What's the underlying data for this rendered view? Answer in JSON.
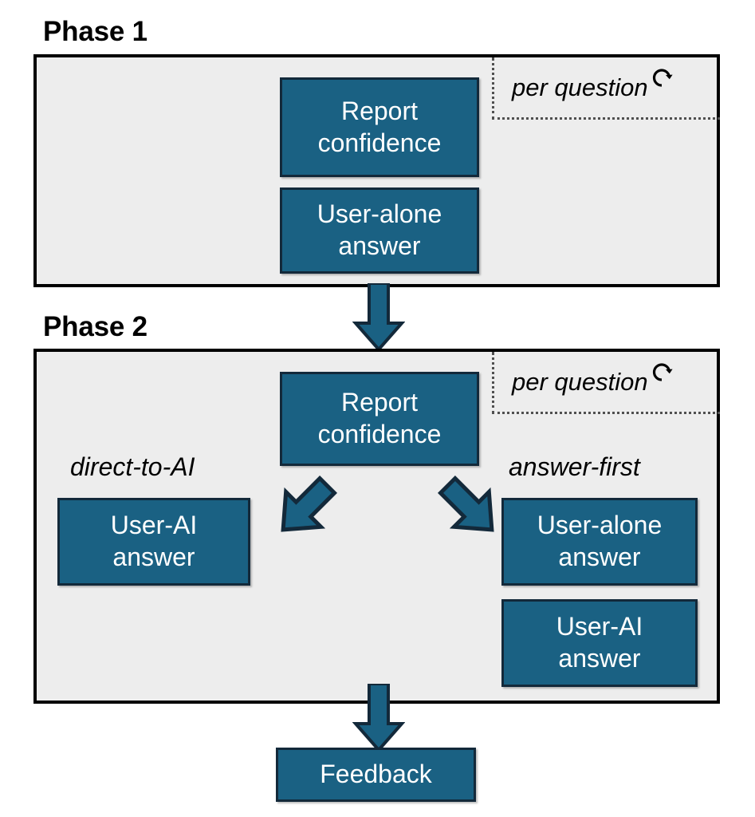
{
  "diagram": {
    "title_phase1": "Phase 1",
    "title_phase2": "Phase 2",
    "colors": {
      "box_fill": "#1a6183",
      "box_border": "#13293a",
      "panel_fill": "#ededed",
      "panel_border": "#000000",
      "arrow_fill": "#1a6183",
      "arrow_border": "#13293a",
      "text_on_box": "#ffffff",
      "text_on_panel": "#000000"
    }
  },
  "phase1": {
    "heading": "Phase 1",
    "per_question": {
      "label": "per question",
      "icon": "loop-arrow-icon"
    },
    "boxes": [
      {
        "line1": "Report",
        "line2": "confidence"
      },
      {
        "line1": "User-alone",
        "line2": "answer"
      }
    ]
  },
  "connector_phase1_to_phase2": {
    "icon": "down-arrow-icon"
  },
  "phase2": {
    "heading": "Phase 2",
    "per_question": {
      "label": "per question",
      "icon": "loop-arrow-icon"
    },
    "report_box": {
      "line1": "Report",
      "line2": "confidence"
    },
    "left_branch": {
      "label": "direct-to-AI",
      "arrow_icon": "down-left-arrow-icon",
      "boxes": [
        {
          "line1": "User-AI",
          "line2": "answer"
        }
      ]
    },
    "right_branch": {
      "label": "answer-first",
      "arrow_icon": "down-right-arrow-icon",
      "boxes": [
        {
          "line1": "User-alone",
          "line2": "answer"
        },
        {
          "line1": "User-AI",
          "line2": "answer"
        }
      ]
    }
  },
  "connector_phase2_to_feedback": {
    "icon": "down-arrow-icon"
  },
  "feedback": {
    "label": "Feedback"
  }
}
